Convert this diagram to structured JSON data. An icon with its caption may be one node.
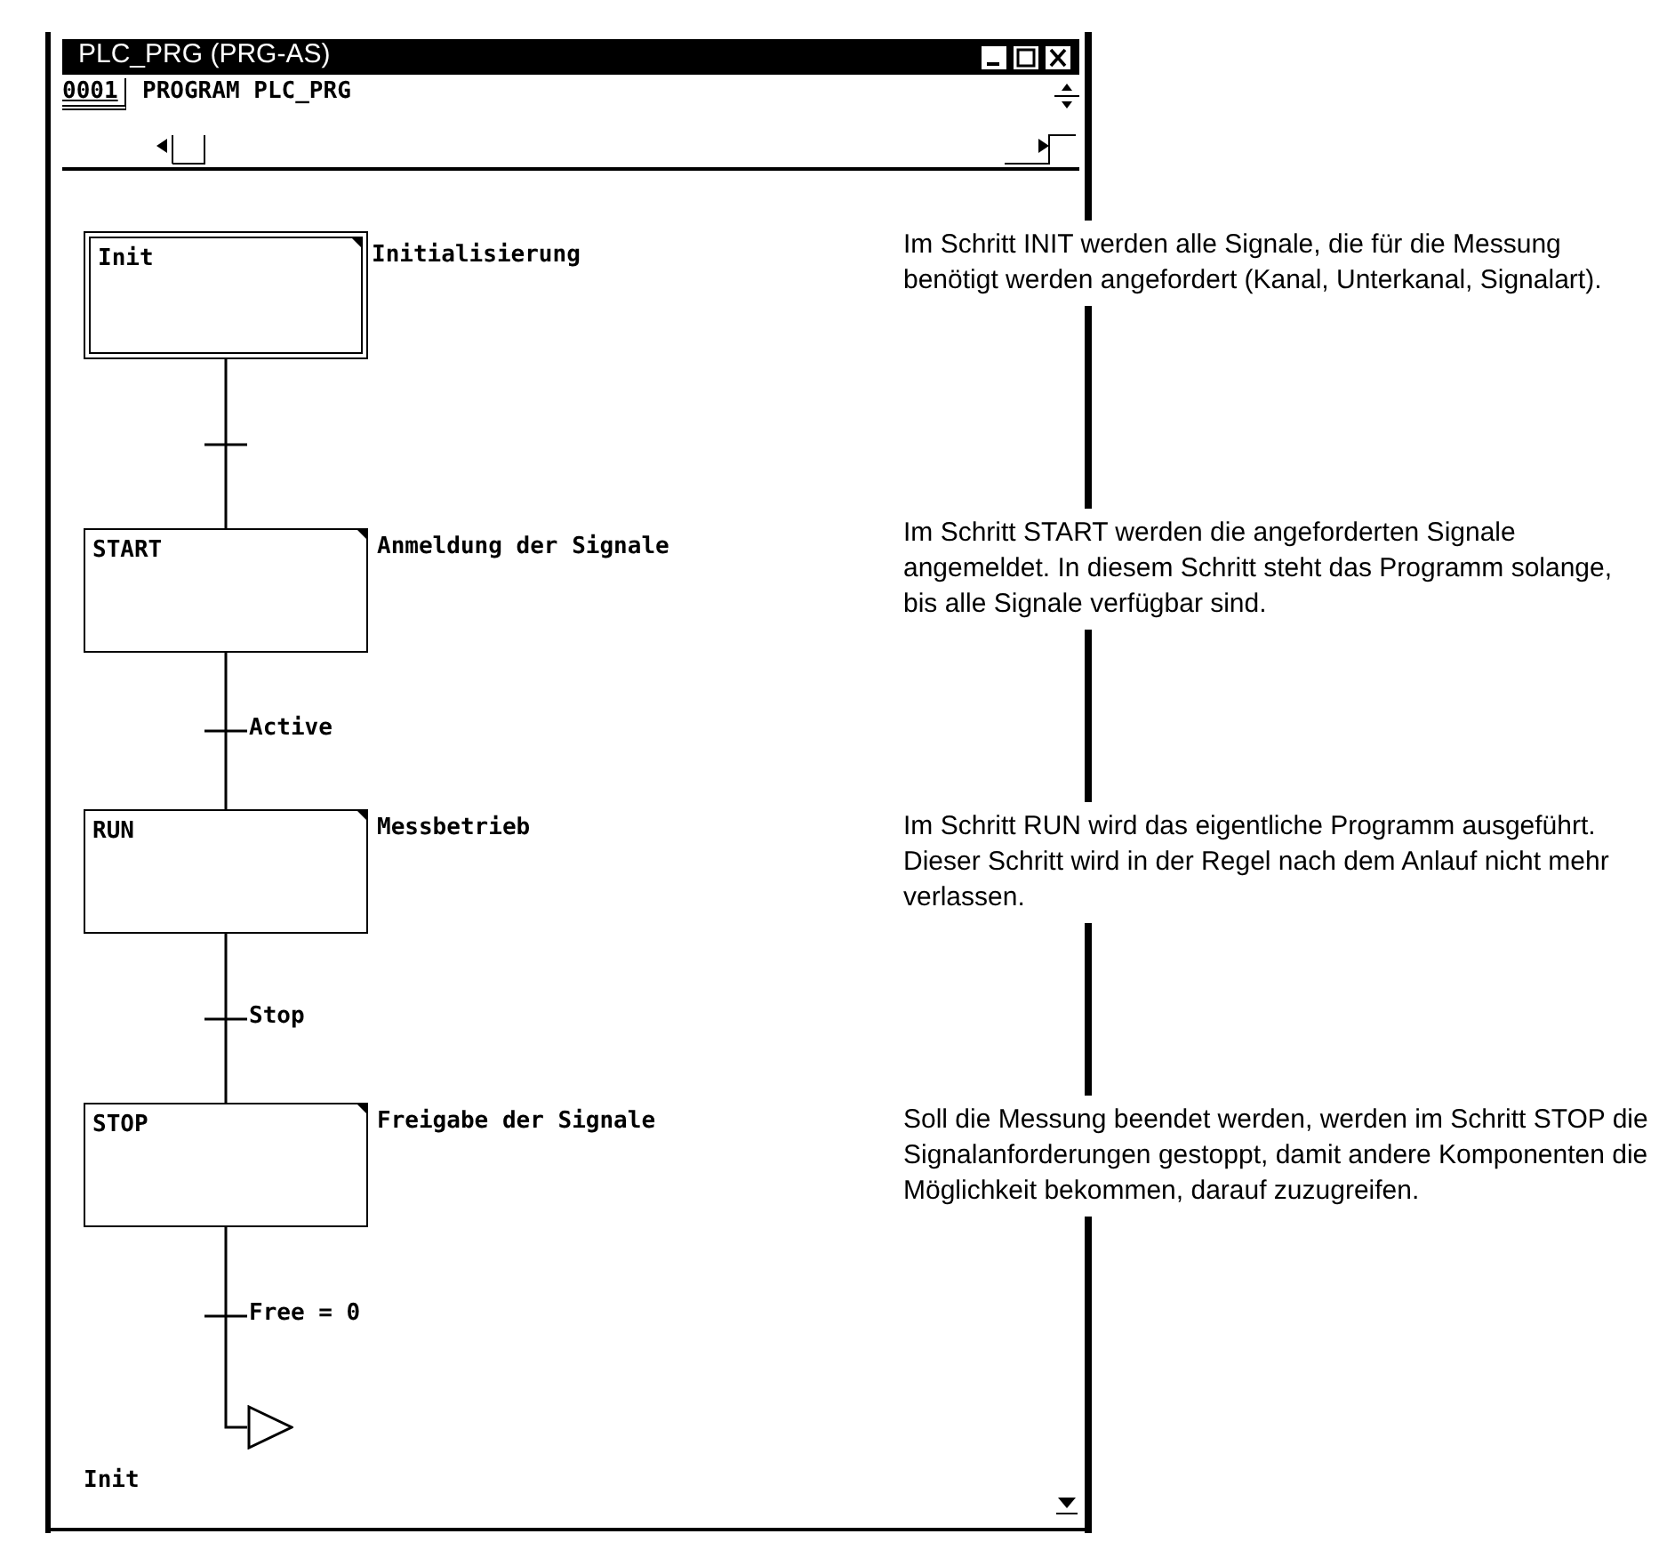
{
  "diagram": {
    "title": "PLC_PRG (PRG-AS)",
    "nodes": [
      {
        "text": [
          "Init"
        ],
        "beside": [
          "Initialisierung"
        ]
      },
      {
        "text": [
          "START"
        ],
        "beside": [
          "Anmeldung der Signale"
        ]
      },
      {
        "text": [
          "RUN"
        ],
        "beside": [
          "Messbetrieb"
        ]
      },
      {
        "text": [
          "STOP"
        ],
        "beside": [
          "Freigabe der Signale"
        ]
      },
      {
        "text": [],
        "shape": "triangle"
      }
    ],
    "edges": [
      {
        "from": 0,
        "to": 1,
        "arrow": "none"
      },
      {
        "from": 1,
        "to": 2,
        "arrow": "none",
        "label": "Active"
      },
      {
        "from": 2,
        "to": 3,
        "arrow": "none",
        "label": "Stop"
      },
      {
        "from": 3,
        "to": 4,
        "arrow": "none",
        "label": "Free = 0"
      }
    ],
    "labels": [
      "0001",
      "PROGRAM PLC_PRG",
      "Im Schritt INIT werden alle Signale, die für die Messung benötigt werden angefordert (Kanal, Unterkanal, Signalart).",
      "Im Schritt START werden die angeforderten Signale angemeldet. In diesem Schritt steht das Programm solange, bis alle Signale verfügbar sind.",
      "Im Schritt RUN wird das eigentliche Programm ausgeführt. Dieser Schritt wird in der Regel nach dem Anlauf nicht mehr verlassen.",
      "Soll die Messung beendet werden, werden im Schritt STOP die Signalanforderungen gestoppt, damit andere Komponenten die Möglichkeit bekommen, darauf zuzugreifen.",
      "Init"
    ]
  }
}
